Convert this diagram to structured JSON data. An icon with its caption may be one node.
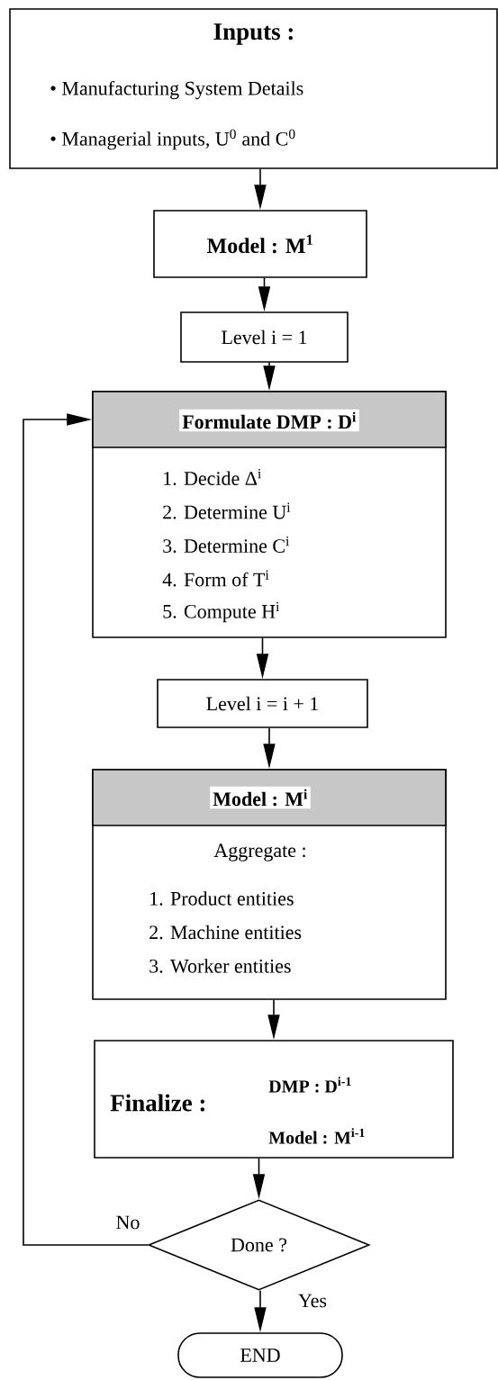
{
  "diagram": {
    "nodes": [
      {
        "text": [
          "Inputs :",
          "• Manufacturing System Details",
          "• Managerial inputs, U$^{0}$ and C$^{0}$"
        ]
      },
      {
        "text": [
          "Model : M$^{1}$"
        ]
      },
      {
        "text": [
          "Level i = 1"
        ]
      },
      {
        "text": [
          "Formulate DMP : D$^{i}$",
          "1. Decide Δ$^{i}$",
          "2. Determine U$^{i}$",
          "3. Determine C$^{i}$",
          "4. Form of T$^{i}$",
          "5. Compute H$^{i}$"
        ]
      },
      {
        "text": [
          "Level i = i + 1"
        ]
      },
      {
        "text": [
          "Model : M$^{i}$",
          "Aggregate :",
          "1. Product entities",
          "2. Machine entities",
          "3. Worker entities"
        ]
      },
      {
        "text": [
          "Finalize :",
          "DMP : D$^{i-1}$",
          "Model : M$^{i-1}$"
        ]
      },
      {
        "text": [
          "Done ?"
        ]
      },
      {
        "text": [
          "END"
        ]
      }
    ],
    "edges": [
      {
        "from": 0,
        "to": 1,
        "arrow": "to"
      },
      {
        "from": 1,
        "to": 2,
        "arrow": "to"
      },
      {
        "from": 2,
        "to": 3,
        "arrow": "to"
      },
      {
        "from": 3,
        "to": 4,
        "arrow": "to"
      },
      {
        "from": 4,
        "to": 5,
        "arrow": "to"
      },
      {
        "from": 5,
        "to": 6,
        "arrow": "to"
      },
      {
        "from": 6,
        "to": 7,
        "arrow": "to"
      },
      {
        "from": 7,
        "to": 3,
        "arrow": "to",
        "label": "No"
      },
      {
        "from": 7,
        "to": 8,
        "arrow": "to",
        "label": "Yes"
      }
    ]
  }
}
